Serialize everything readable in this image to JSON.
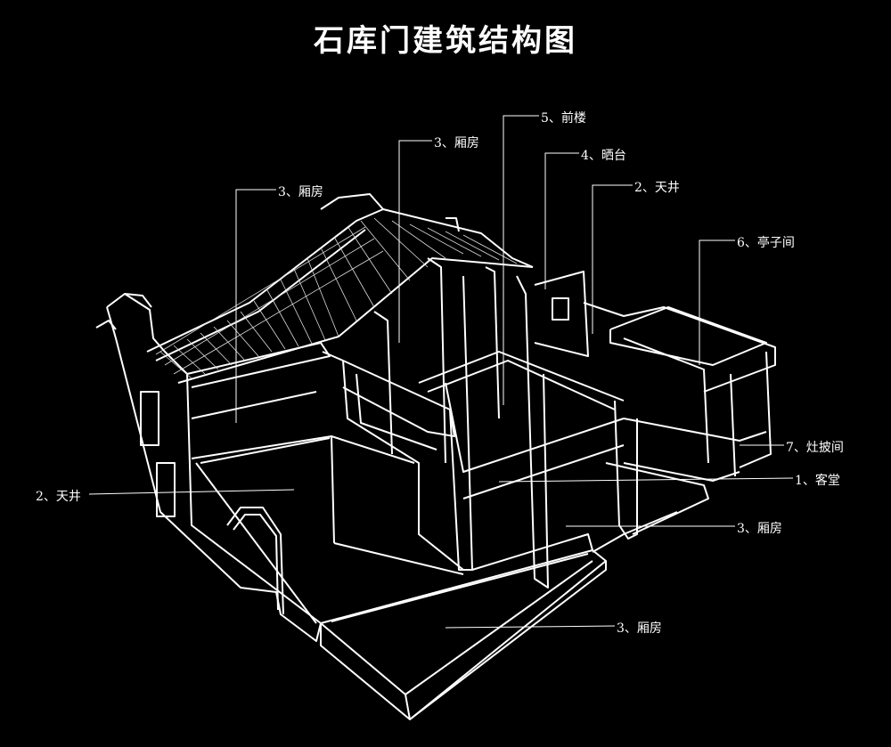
{
  "title": "石库门建筑结构图",
  "labels": {
    "xiangfang_top_left": "3、厢房",
    "xiangfang_top_mid": "3、厢房",
    "qianlou": "5、前楼",
    "shaitai": "4、晒台",
    "tianjing_right": "2、天井",
    "tingzijian": "6、亭子间",
    "zaopijian": "7、灶披间",
    "ketang": "1、客堂",
    "xiangfang_right": "3、厢房",
    "tianjing_left": "2、天井",
    "xiangfang_bottom": "3、厢房"
  },
  "colors": {
    "background": "#000000",
    "lines": "#ffffff"
  }
}
